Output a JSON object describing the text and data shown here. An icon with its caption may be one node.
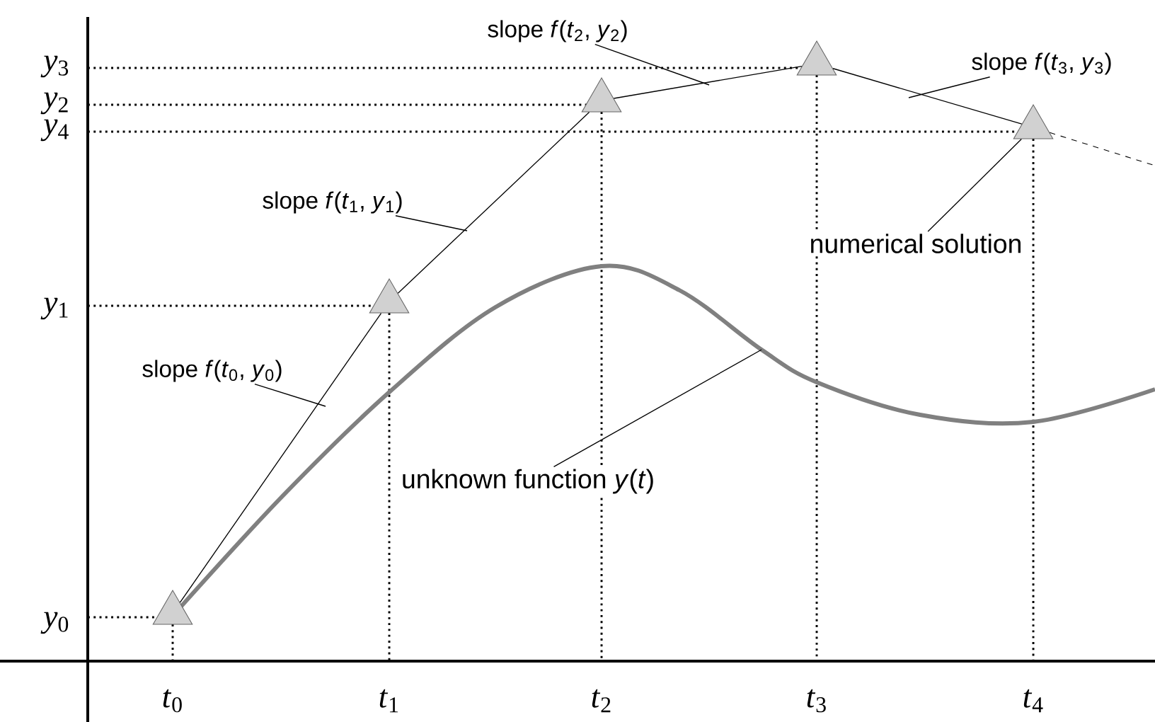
{
  "diagram": {
    "nodes": [
      {
        "text": [],
        "shape": "triangle"
      },
      {
        "text": [],
        "shape": "triangle"
      },
      {
        "text": [],
        "shape": "triangle"
      },
      {
        "text": [],
        "shape": "triangle"
      },
      {
        "text": [],
        "shape": "triangle"
      },
      {
        "text": [
          "slope *f*(*t*$_{0}$, *y*$_{0}$)"
        ]
      },
      {
        "text": [
          "slope *f*(*t*$_{1}$, *y*$_{1}$)"
        ]
      },
      {
        "text": [
          "slope *f*(*t*$_{2}$, *y*$_{2}$)"
        ]
      },
      {
        "text": [
          "slope *f*(*t*$_{3}$, *y*$_{3}$)"
        ]
      },
      {
        "text": [
          "numerical solution"
        ]
      },
      {
        "text": [
          "unknown function *y*(*t*)"
        ]
      }
    ],
    "edges": [
      {
        "from": 0,
        "to": 1,
        "arrow": "none"
      },
      {
        "from": 1,
        "to": 2,
        "arrow": "none"
      },
      {
        "from": 2,
        "to": 3,
        "arrow": "none"
      },
      {
        "from": 3,
        "to": 4,
        "arrow": "none"
      },
      {
        "from": 4,
        "to": null,
        "arrow": "none",
        "style": "dashed"
      },
      {
        "from": 5,
        "to": null,
        "arrow": "none"
      },
      {
        "from": 6,
        "to": null,
        "arrow": "none"
      },
      {
        "from": 7,
        "to": null,
        "arrow": "none"
      },
      {
        "from": 8,
        "to": null,
        "arrow": "none"
      },
      {
        "from": 9,
        "to": 4,
        "arrow": "none"
      },
      {
        "from": 10,
        "to": null,
        "arrow": "none"
      }
    ],
    "labels": [
      "*y*$_{3}$",
      "*y*$_{2}$",
      "*y*$_{4}$",
      "*y*$_{1}$",
      "*y*$_{0}$",
      "*t*$_{0}$",
      "*t*$_{1}$",
      "*t*$_{2}$",
      "*t*$_{3}$",
      "*t*$_{4}$"
    ]
  }
}
